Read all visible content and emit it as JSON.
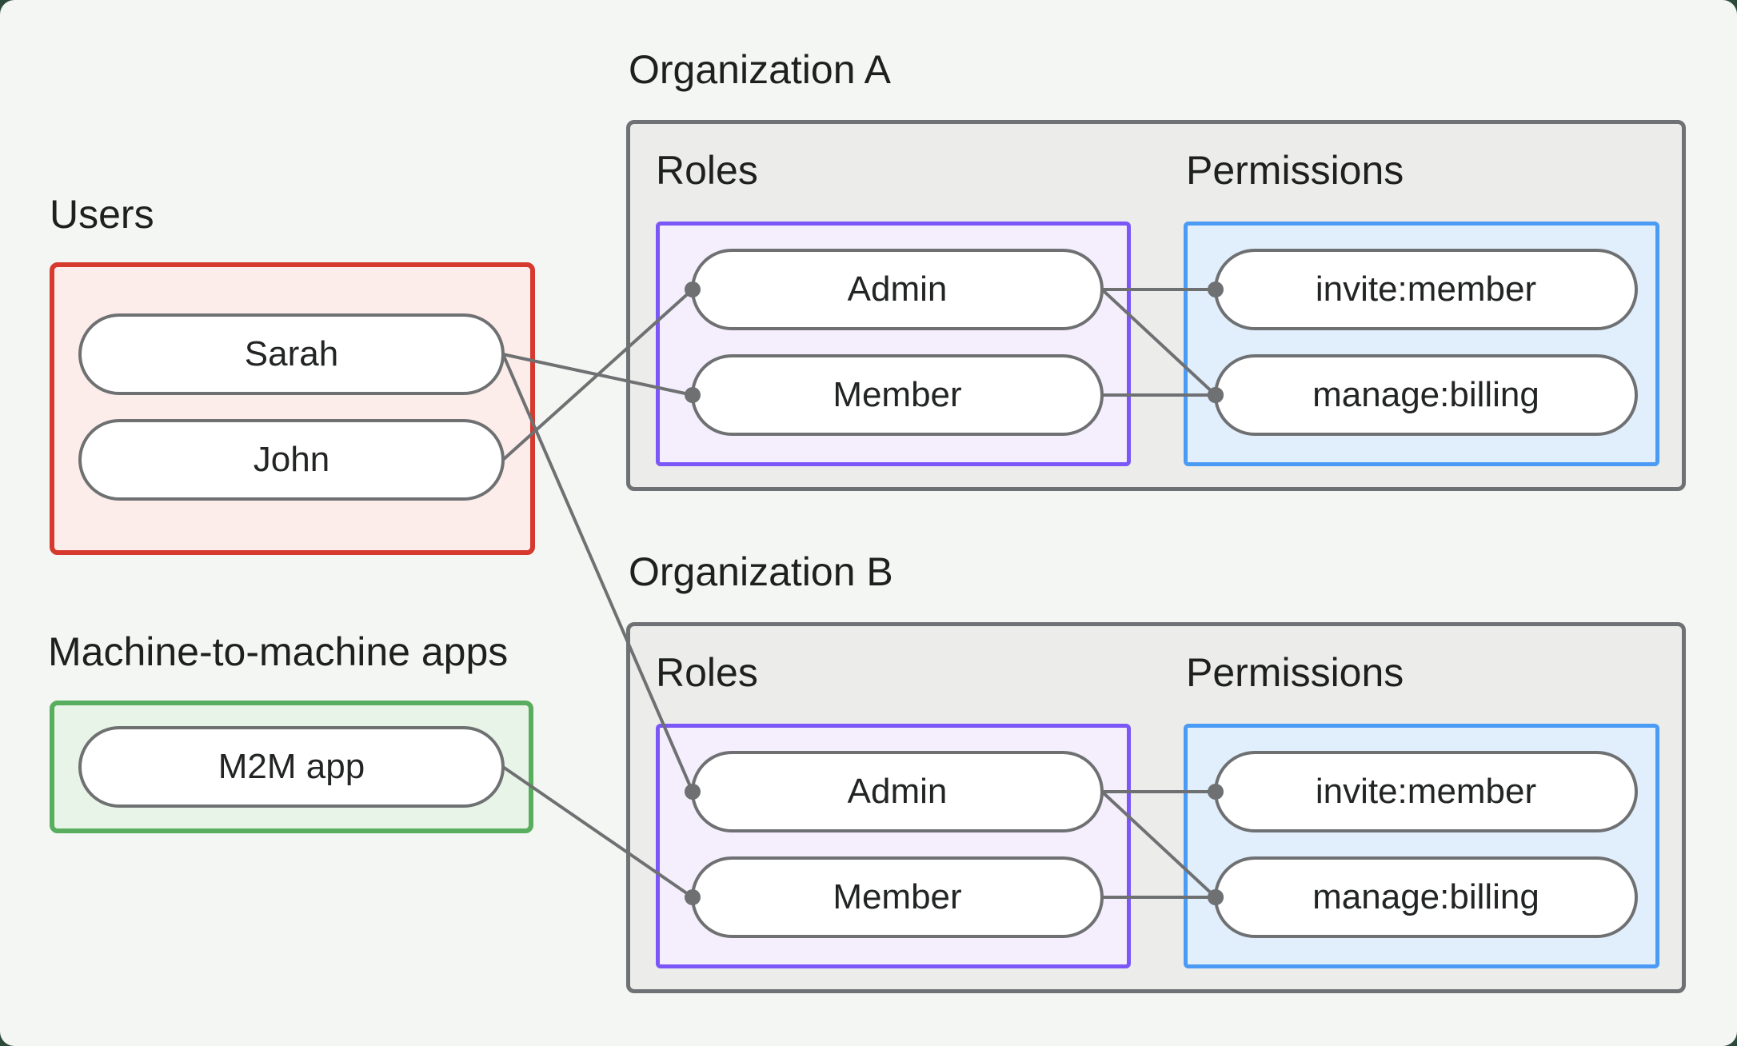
{
  "colors": {
    "outer_bg": "#2c4a3a",
    "panel_bg": "#f4f6f3",
    "users_border": "#d63a2e",
    "users_fill": "#fcedea",
    "m2m_border": "#58ae5e",
    "m2m_fill": "#e9f4e8",
    "org_border": "#6f7274",
    "org_fill": "#ececeb",
    "roles_border": "#7a57f6",
    "roles_fill": "#f4eefd",
    "perms_border": "#4b9bf5",
    "perms_fill": "#e1effd",
    "pill_border": "#6e7072",
    "connector": "#6e7072"
  },
  "users_group": {
    "title": "Users",
    "members": [
      {
        "id": "sarah",
        "label": "Sarah"
      },
      {
        "id": "john",
        "label": "John"
      }
    ]
  },
  "m2m_group": {
    "title": "Machine-to-machine apps",
    "members": [
      {
        "id": "m2m_app",
        "label": "M2M app"
      }
    ]
  },
  "organizations": [
    {
      "id": "org_a",
      "title": "Organization A",
      "roles_title": "Roles",
      "permissions_title": "Permissions",
      "roles": [
        {
          "id": "org_a_admin",
          "label": "Admin"
        },
        {
          "id": "org_a_member",
          "label": "Member"
        }
      ],
      "permissions": [
        {
          "id": "org_a_invite",
          "label": "invite:member"
        },
        {
          "id": "org_a_billing",
          "label": "manage:billing"
        }
      ]
    },
    {
      "id": "org_b",
      "title": "Organization B",
      "roles_title": "Roles",
      "permissions_title": "Permissions",
      "roles": [
        {
          "id": "org_b_admin",
          "label": "Admin"
        },
        {
          "id": "org_b_member",
          "label": "Member"
        }
      ],
      "permissions": [
        {
          "id": "org_b_invite",
          "label": "invite:member"
        },
        {
          "id": "org_b_billing",
          "label": "manage:billing"
        }
      ]
    }
  ],
  "edges": [
    {
      "from": "sarah",
      "to": "org_a_member"
    },
    {
      "from": "john",
      "to": "org_a_admin"
    },
    {
      "from": "sarah",
      "to": "org_b_admin"
    },
    {
      "from": "m2m_app",
      "to": "org_b_member"
    },
    {
      "from": "org_a_admin",
      "to": "org_a_invite"
    },
    {
      "from": "org_a_admin",
      "to": "org_a_billing"
    },
    {
      "from": "org_a_member",
      "to": "org_a_billing"
    },
    {
      "from": "org_b_admin",
      "to": "org_b_invite"
    },
    {
      "from": "org_b_admin",
      "to": "org_b_billing"
    },
    {
      "from": "org_b_member",
      "to": "org_b_billing"
    }
  ]
}
